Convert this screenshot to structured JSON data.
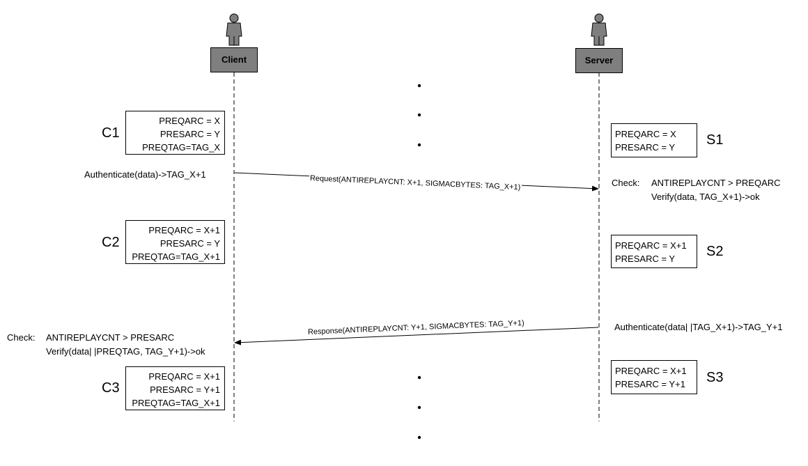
{
  "actors": {
    "client": {
      "label": "Client",
      "icon": "person-icon"
    },
    "server": {
      "label": "Server",
      "icon": "person-icon"
    }
  },
  "client_states": [
    {
      "label": "C1",
      "lines": [
        "PREQARC = X",
        "PRESARC = Y",
        "PREQTAG=TAG_X"
      ]
    },
    {
      "label": "C2",
      "lines": [
        "PREQARC = X+1",
        "PRESARC = Y",
        "PREQTAG=TAG_X+1"
      ]
    },
    {
      "label": "C3",
      "lines": [
        "PREQARC = X+1",
        "PRESARC = Y+1",
        "PREQTAG=TAG_X+1"
      ]
    }
  ],
  "server_states": [
    {
      "label": "S1",
      "lines": [
        "PREQARC = X",
        "PRESARC = Y"
      ]
    },
    {
      "label": "S2",
      "lines": [
        "PREQARC = X+1",
        "PRESARC = Y"
      ]
    },
    {
      "label": "S3",
      "lines": [
        "PREQARC = X+1",
        "PRESARC = Y+1"
      ]
    }
  ],
  "client_authenticate": "Authenticate(data)->TAG_X+1",
  "server_authenticate": "Authenticate(data| |TAG_X+1)->TAG_Y+1",
  "messages": {
    "request": "Request(ANTIREPLAYCNT: X+1, SIGMACBYTES: TAG_X+1)",
    "response": "Response(ANTIREPLAYCNT: Y+1, SIGMACBYTES: TAG_Y+1)"
  },
  "server_check": {
    "prefix": "Check:",
    "lines": [
      "ANTIREPLAYCNT > PREQARC",
      "Verify(data, TAG_X+1)->ok"
    ]
  },
  "client_check": {
    "prefix": "Check:",
    "lines": [
      "ANTIREPLAYCNT > PRESARC",
      "Verify(data| |PREQTAG, TAG_Y+1)->ok"
    ]
  },
  "colors": {
    "actor_fill": "#7f7f7f",
    "person_fill": "#7f7f7f",
    "line": "#000000"
  }
}
